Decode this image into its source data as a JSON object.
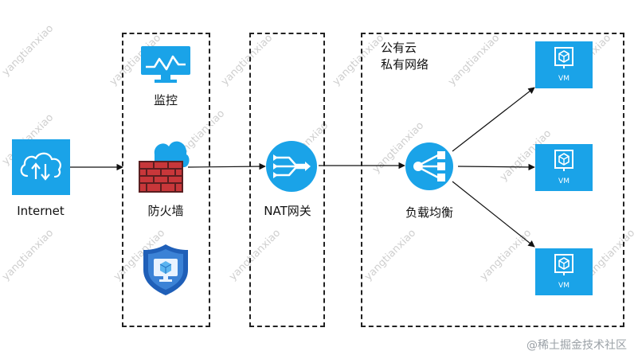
{
  "nodes": {
    "internet": "Internet",
    "monitor": "监控",
    "firewall": "防火墙",
    "nat": "NAT网关",
    "lb": "负载均衡",
    "vm1": "VM",
    "vm2": "VM",
    "vm3": "VM"
  },
  "zones": {
    "public_cloud_line1": "公有云",
    "public_cloud_line2": "私有网络"
  },
  "watermark": "yangtianxiao",
  "footer": "@稀土掘金技术社区",
  "colors": {
    "accent": "#1aa3e8",
    "firewall_red": "#c8373a",
    "shield_blue": "#1f5fb8"
  }
}
